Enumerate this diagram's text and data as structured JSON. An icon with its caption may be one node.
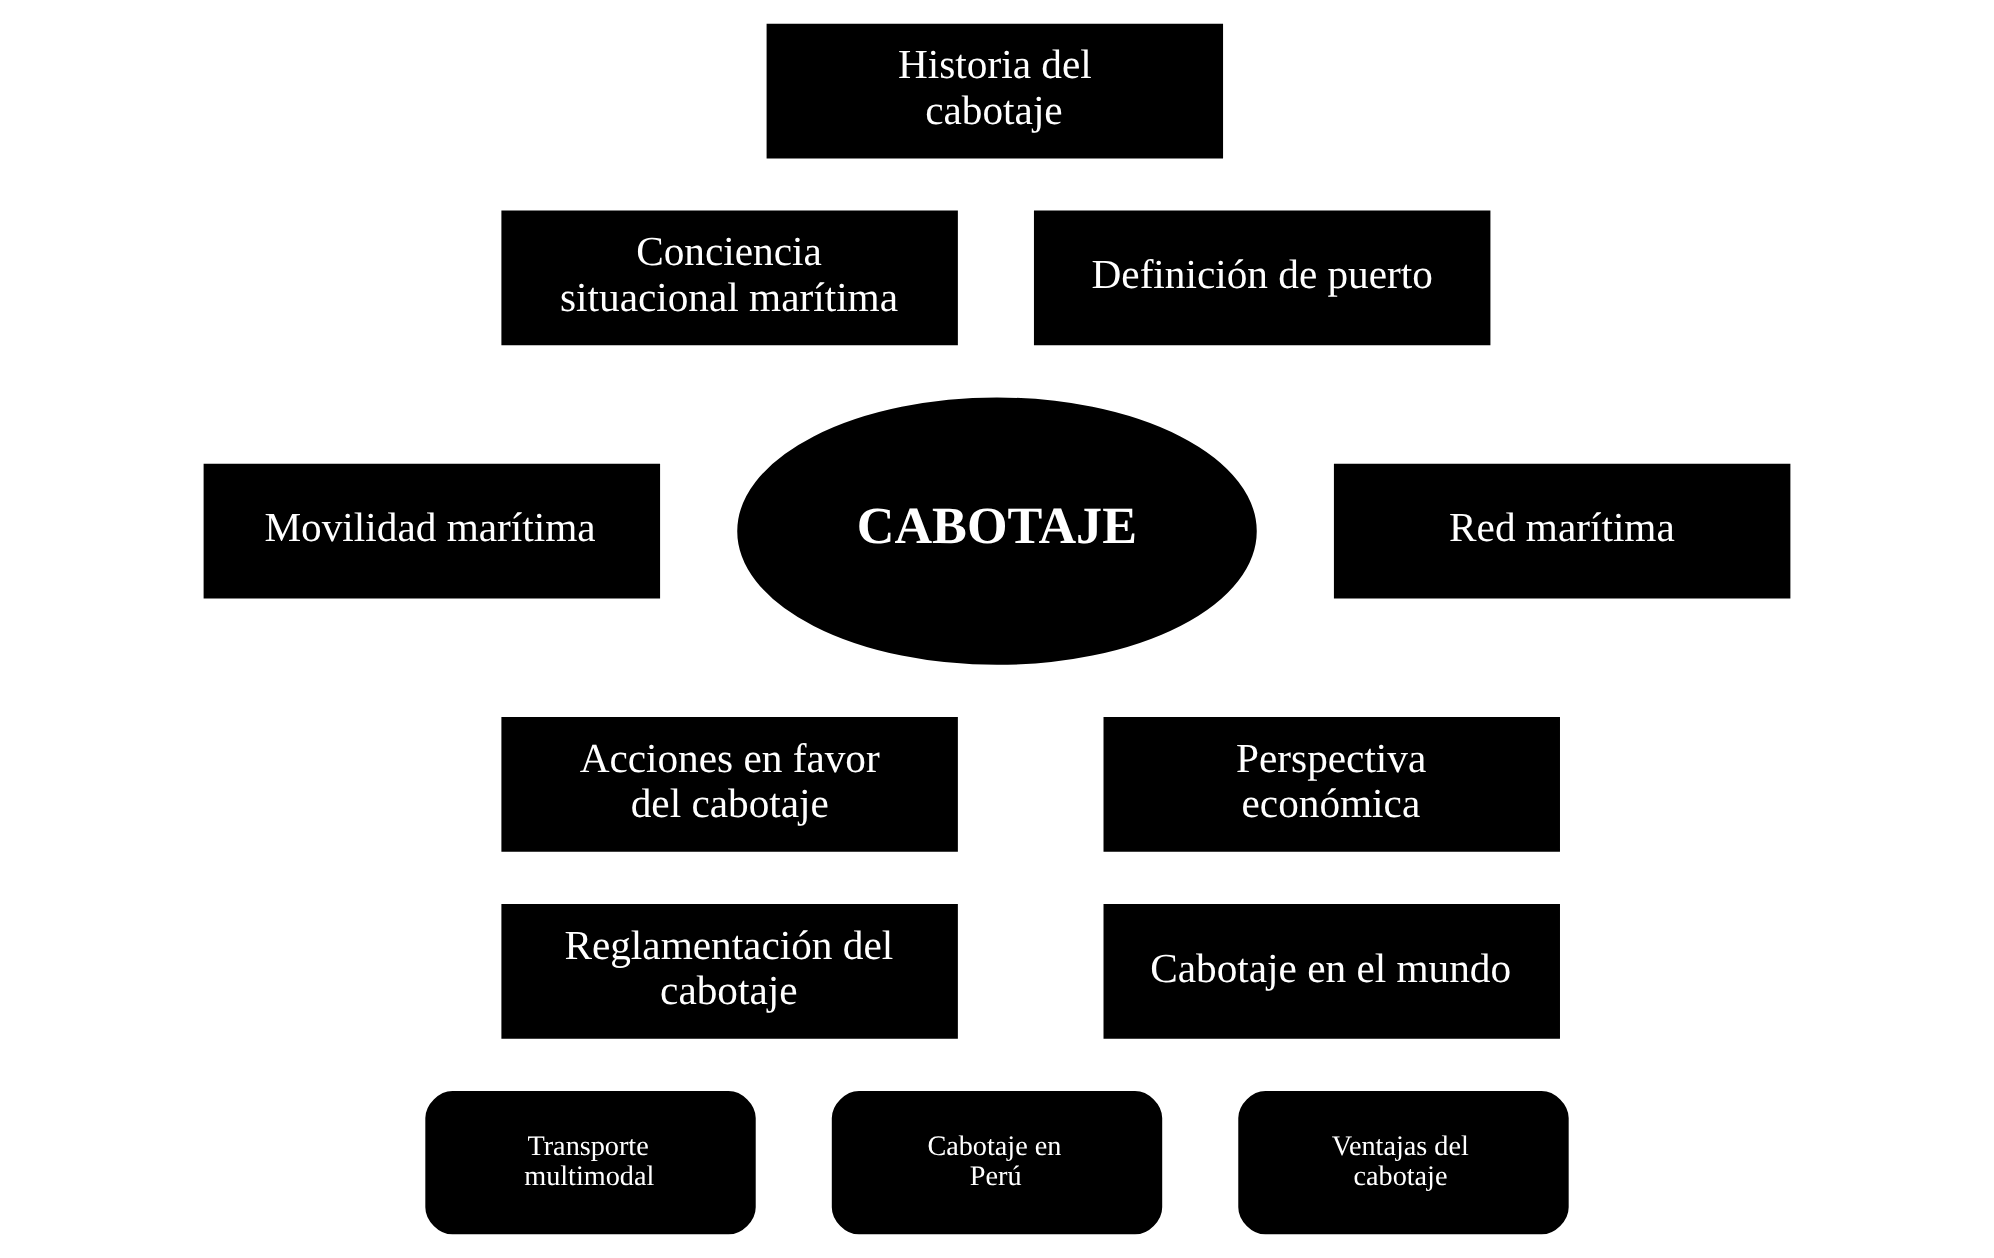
{
  "diagram": {
    "nodes": [
      {
        "text": [
          "Historia del cabotaje"
        ]
      },
      {
        "text": [
          "Conciencia situacional marítima"
        ]
      },
      {
        "text": [
          "Definición de puerto"
        ]
      },
      {
        "text": [
          "Movilidad marítima"
        ]
      },
      {
        "text": [
          "CABOTAJE"
        ]
      },
      {
        "text": [
          "Red marítima"
        ]
      },
      {
        "text": [
          "Acciones en favor del cabotaje"
        ]
      },
      {
        "text": [
          "Perspectiva económica"
        ]
      },
      {
        "text": [
          "Reglamentación del cabotaje"
        ]
      },
      {
        "text": [
          "Cabotaje en el mundo"
        ]
      },
      {
        "text": [
          "Transporte multimodal"
        ]
      },
      {
        "text": [
          "Cabotaje en Perú"
        ]
      },
      {
        "text": [
          "Ventajas del cabotaje"
        ]
      }
    ]
  }
}
